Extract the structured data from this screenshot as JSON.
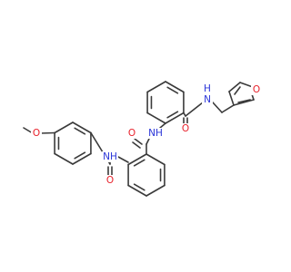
{
  "molecule": {
    "colors": {
      "bond": "#3a3a3a",
      "oxygen": "#e8202a",
      "nitrogen": "#2a35d8"
    },
    "atom_labels": [
      {
        "id": "o-methoxy",
        "text": "O",
        "element": "oxygen"
      },
      {
        "id": "o-amide-1",
        "text": "O",
        "element": "oxygen"
      },
      {
        "id": "nh-amide-1",
        "text": "NH",
        "element": "nitrogen"
      },
      {
        "id": "o-amide-2",
        "text": "O",
        "element": "oxygen"
      },
      {
        "id": "nh-amide-2",
        "text": "NH",
        "element": "nitrogen"
      },
      {
        "id": "o-amide-3",
        "text": "O",
        "element": "oxygen"
      },
      {
        "id": "nh-amide-3",
        "text": "N",
        "element": "nitrogen"
      },
      {
        "id": "h-amide-3",
        "text": "H",
        "element": "nitrogen"
      },
      {
        "id": "o-furan",
        "text": "O",
        "element": "oxygen"
      }
    ]
  }
}
